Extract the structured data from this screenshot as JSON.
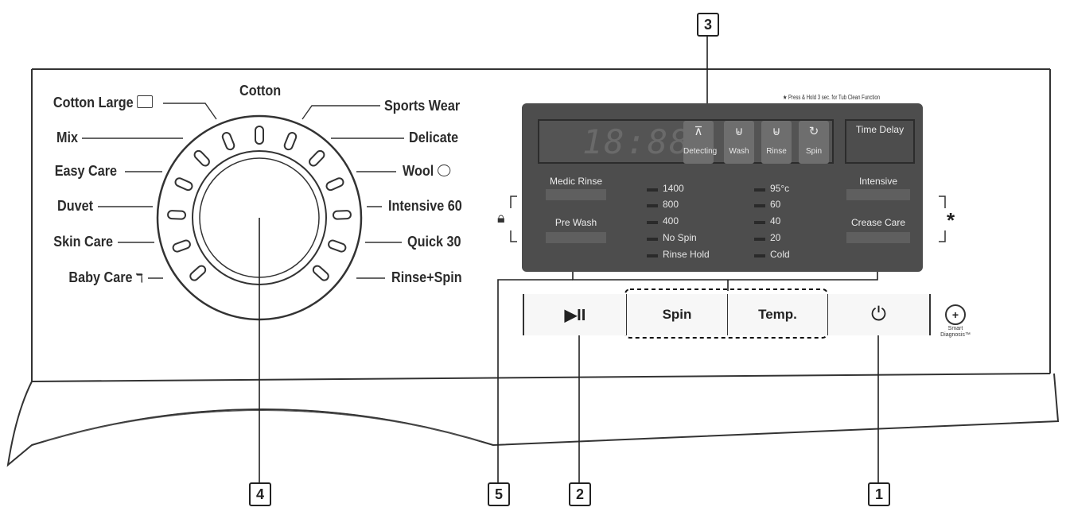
{
  "callouts": [
    "3",
    "4",
    "5",
    "2",
    "1"
  ],
  "dial": {
    "programs_left": [
      "Cotton Large",
      "Mix",
      "Easy Care",
      "Duvet",
      "Skin Care",
      "Baby Care"
    ],
    "program_top": "Cotton",
    "programs_right": [
      "Sports Wear",
      "Delicate",
      "Wool",
      "Intensive 60",
      "Quick 30",
      "Rinse+Spin"
    ]
  },
  "display": {
    "note": "★ Press & Hold 3 sec. for Tub Clean Function",
    "digits": "18:88",
    "indicators": [
      {
        "icon": "detecting-icon",
        "label": "Detecting"
      },
      {
        "icon": "wash-icon",
        "label": "Wash"
      },
      {
        "icon": "rinse-icon",
        "label": "Rinse"
      },
      {
        "icon": "spin-icon",
        "label": "Spin"
      }
    ],
    "left_options": [
      "Medic Rinse",
      "Pre Wash"
    ],
    "right_options": [
      "Time Delay",
      "Intensive",
      "Crease Care"
    ],
    "spin_levels": [
      "1400",
      "800",
      "400",
      "No Spin",
      "Rinse Hold"
    ],
    "temp_levels": [
      "95°c",
      "60",
      "40",
      "20",
      "Cold"
    ],
    "lock_symbol": "child-lock-icon",
    "star_symbol": "*"
  },
  "buttons": {
    "start_pause": "▶II",
    "spin": "Spin",
    "temp": "Temp.",
    "power": "⏻"
  },
  "smart_diagnosis": {
    "line1": "Smart",
    "line2": "Diagnosis™"
  }
}
